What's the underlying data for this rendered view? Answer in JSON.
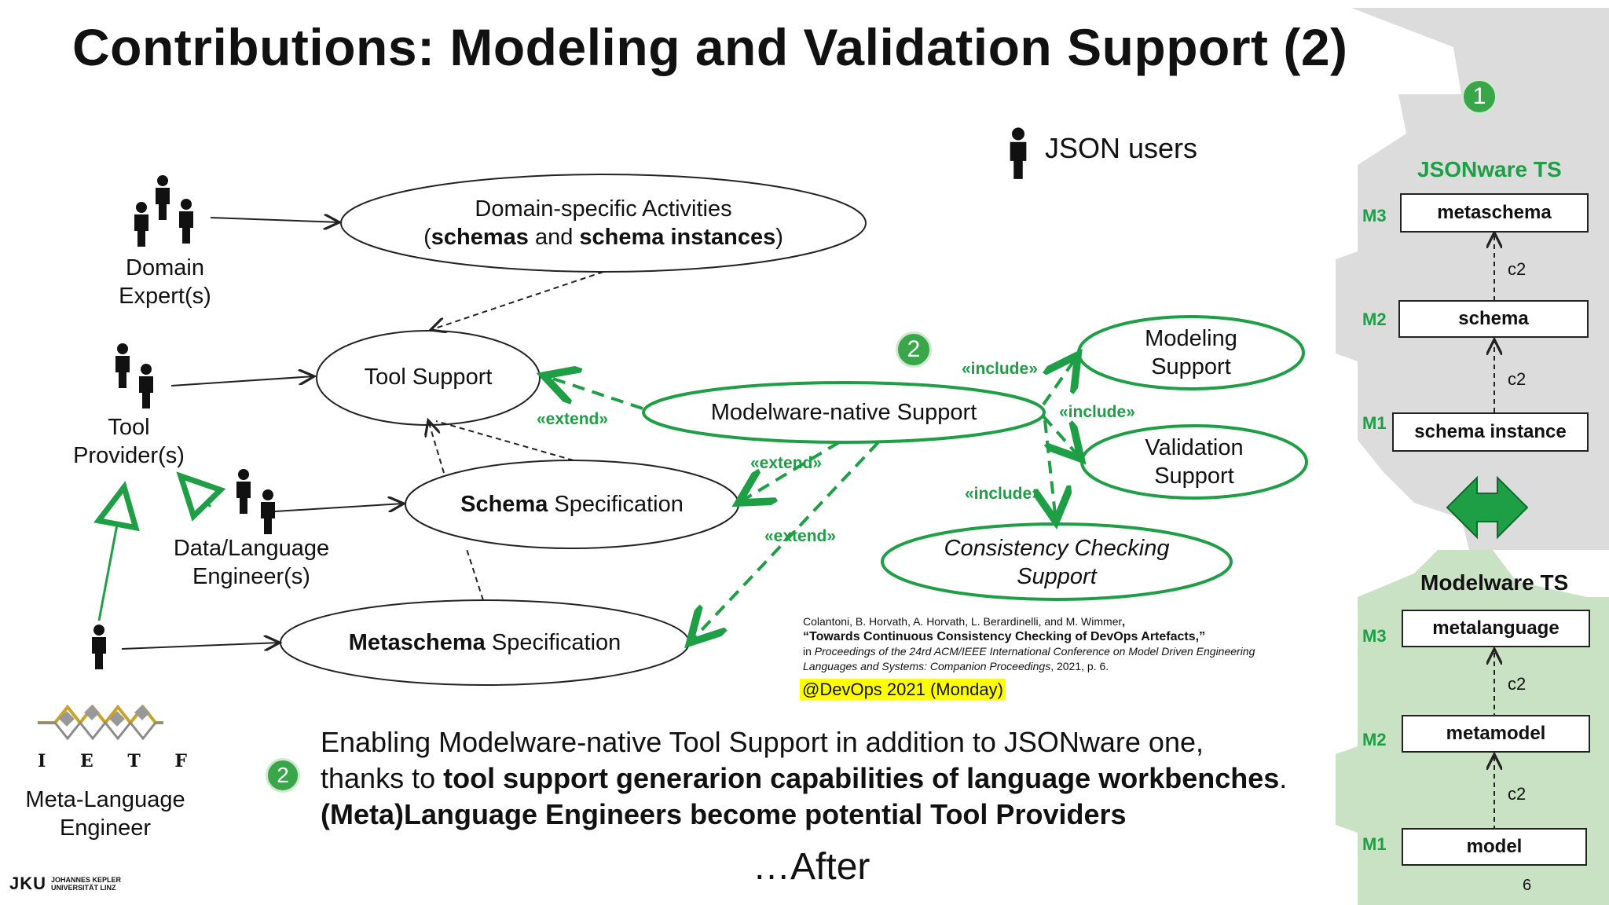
{
  "slide": {
    "title": "Contributions: Modeling and Validation Support (2)",
    "page_number": "6"
  },
  "actors": {
    "json_users_legend": "JSON users",
    "domain_experts": [
      "Domain",
      "Expert(s)"
    ],
    "tool_providers": [
      "Tool",
      "Provider(s)"
    ],
    "data_language_engineers": [
      "Data/Language",
      "Engineer(s)"
    ],
    "meta_language_engineer": [
      "Meta-Language",
      "Engineer"
    ]
  },
  "use_cases": {
    "domain_activities": {
      "line1": "Domain-specific Activities",
      "line2_pre": "(",
      "line2_b1": "schemas",
      "line2_mid": " and ",
      "line2_b2": "schema instances",
      "line2_post": ")"
    },
    "tool_support": "Tool Support",
    "schema_spec": {
      "bold": "Schema",
      "rest": " Specification"
    },
    "metaschema_spec": {
      "bold": "Metaschema",
      "rest": " Specification"
    },
    "modelware_native": "Modelware-native Support",
    "modeling_support": [
      "Modeling",
      "Support"
    ],
    "validation_support": [
      "Validation",
      "Support"
    ],
    "consistency_support": [
      "Consistency Checking",
      "Support"
    ]
  },
  "relations": {
    "extend_1": "«extend»",
    "extend_2": "«extend»",
    "extend_3": "«extend»",
    "include_1": "«include»",
    "include_2": "«include»",
    "include_3": "«include»"
  },
  "markers": {
    "num1": "1",
    "num2_diagram": "2",
    "num2_text": "2"
  },
  "citation": {
    "authors": "Colantoni, B. Horvath, A. Horvath, L. Berardinelli, and M. Wimmer",
    "authors_end": ",",
    "title": "“Towards Continuous Consistency Checking of DevOps Artefacts,”",
    "in": "in",
    "venue1": "Proceedings of the 24rd ACM/IEEE International Conference on Model Driven Engineering",
    "venue2": "Languages and Systems: Companion Proceedings",
    "venue_tail": ", 2021, p. 6.",
    "event": "@DevOps 2021 (Monday)"
  },
  "bottom": {
    "line1": "Enabling Modelware-native Tool Support in addition to JSONware one,",
    "line2_pre": "thanks to ",
    "line2_bold": "tool support generarion capabilities of language workbenches",
    "line2_post": ".",
    "line3": "(Meta)Language Engineers become potential Tool Providers",
    "after": "…After"
  },
  "jsonware": {
    "title": "JSONware TS",
    "levels": [
      {
        "tag": "M3",
        "box": "metaschema"
      },
      {
        "tag": "M2",
        "box": "schema"
      },
      {
        "tag": "M1",
        "box": "schema instance"
      }
    ],
    "conforms": [
      "c2",
      "c2"
    ]
  },
  "modelware": {
    "title": "Modelware TS",
    "levels": [
      {
        "tag": "M3",
        "box": "metalanguage"
      },
      {
        "tag": "M2",
        "box": "metamodel"
      },
      {
        "tag": "M1",
        "box": "model"
      }
    ],
    "conforms": [
      "c2",
      "c2"
    ]
  },
  "logos": {
    "ietf": "I E T F",
    "jku_mark": "JKU",
    "jku_line1": "JOHANNES KEPLER",
    "jku_line2": "UNIVERSITÄT LINZ"
  },
  "colors": {
    "accent_green": "#1e9e45",
    "gear_gray": "#dcdcdc",
    "gear_green": "#c9e2c4",
    "highlight_yellow": "#ffff00"
  },
  "icons": [
    "person-icon",
    "double-arrow-icon",
    "ietf-logo",
    "jku-logo"
  ]
}
